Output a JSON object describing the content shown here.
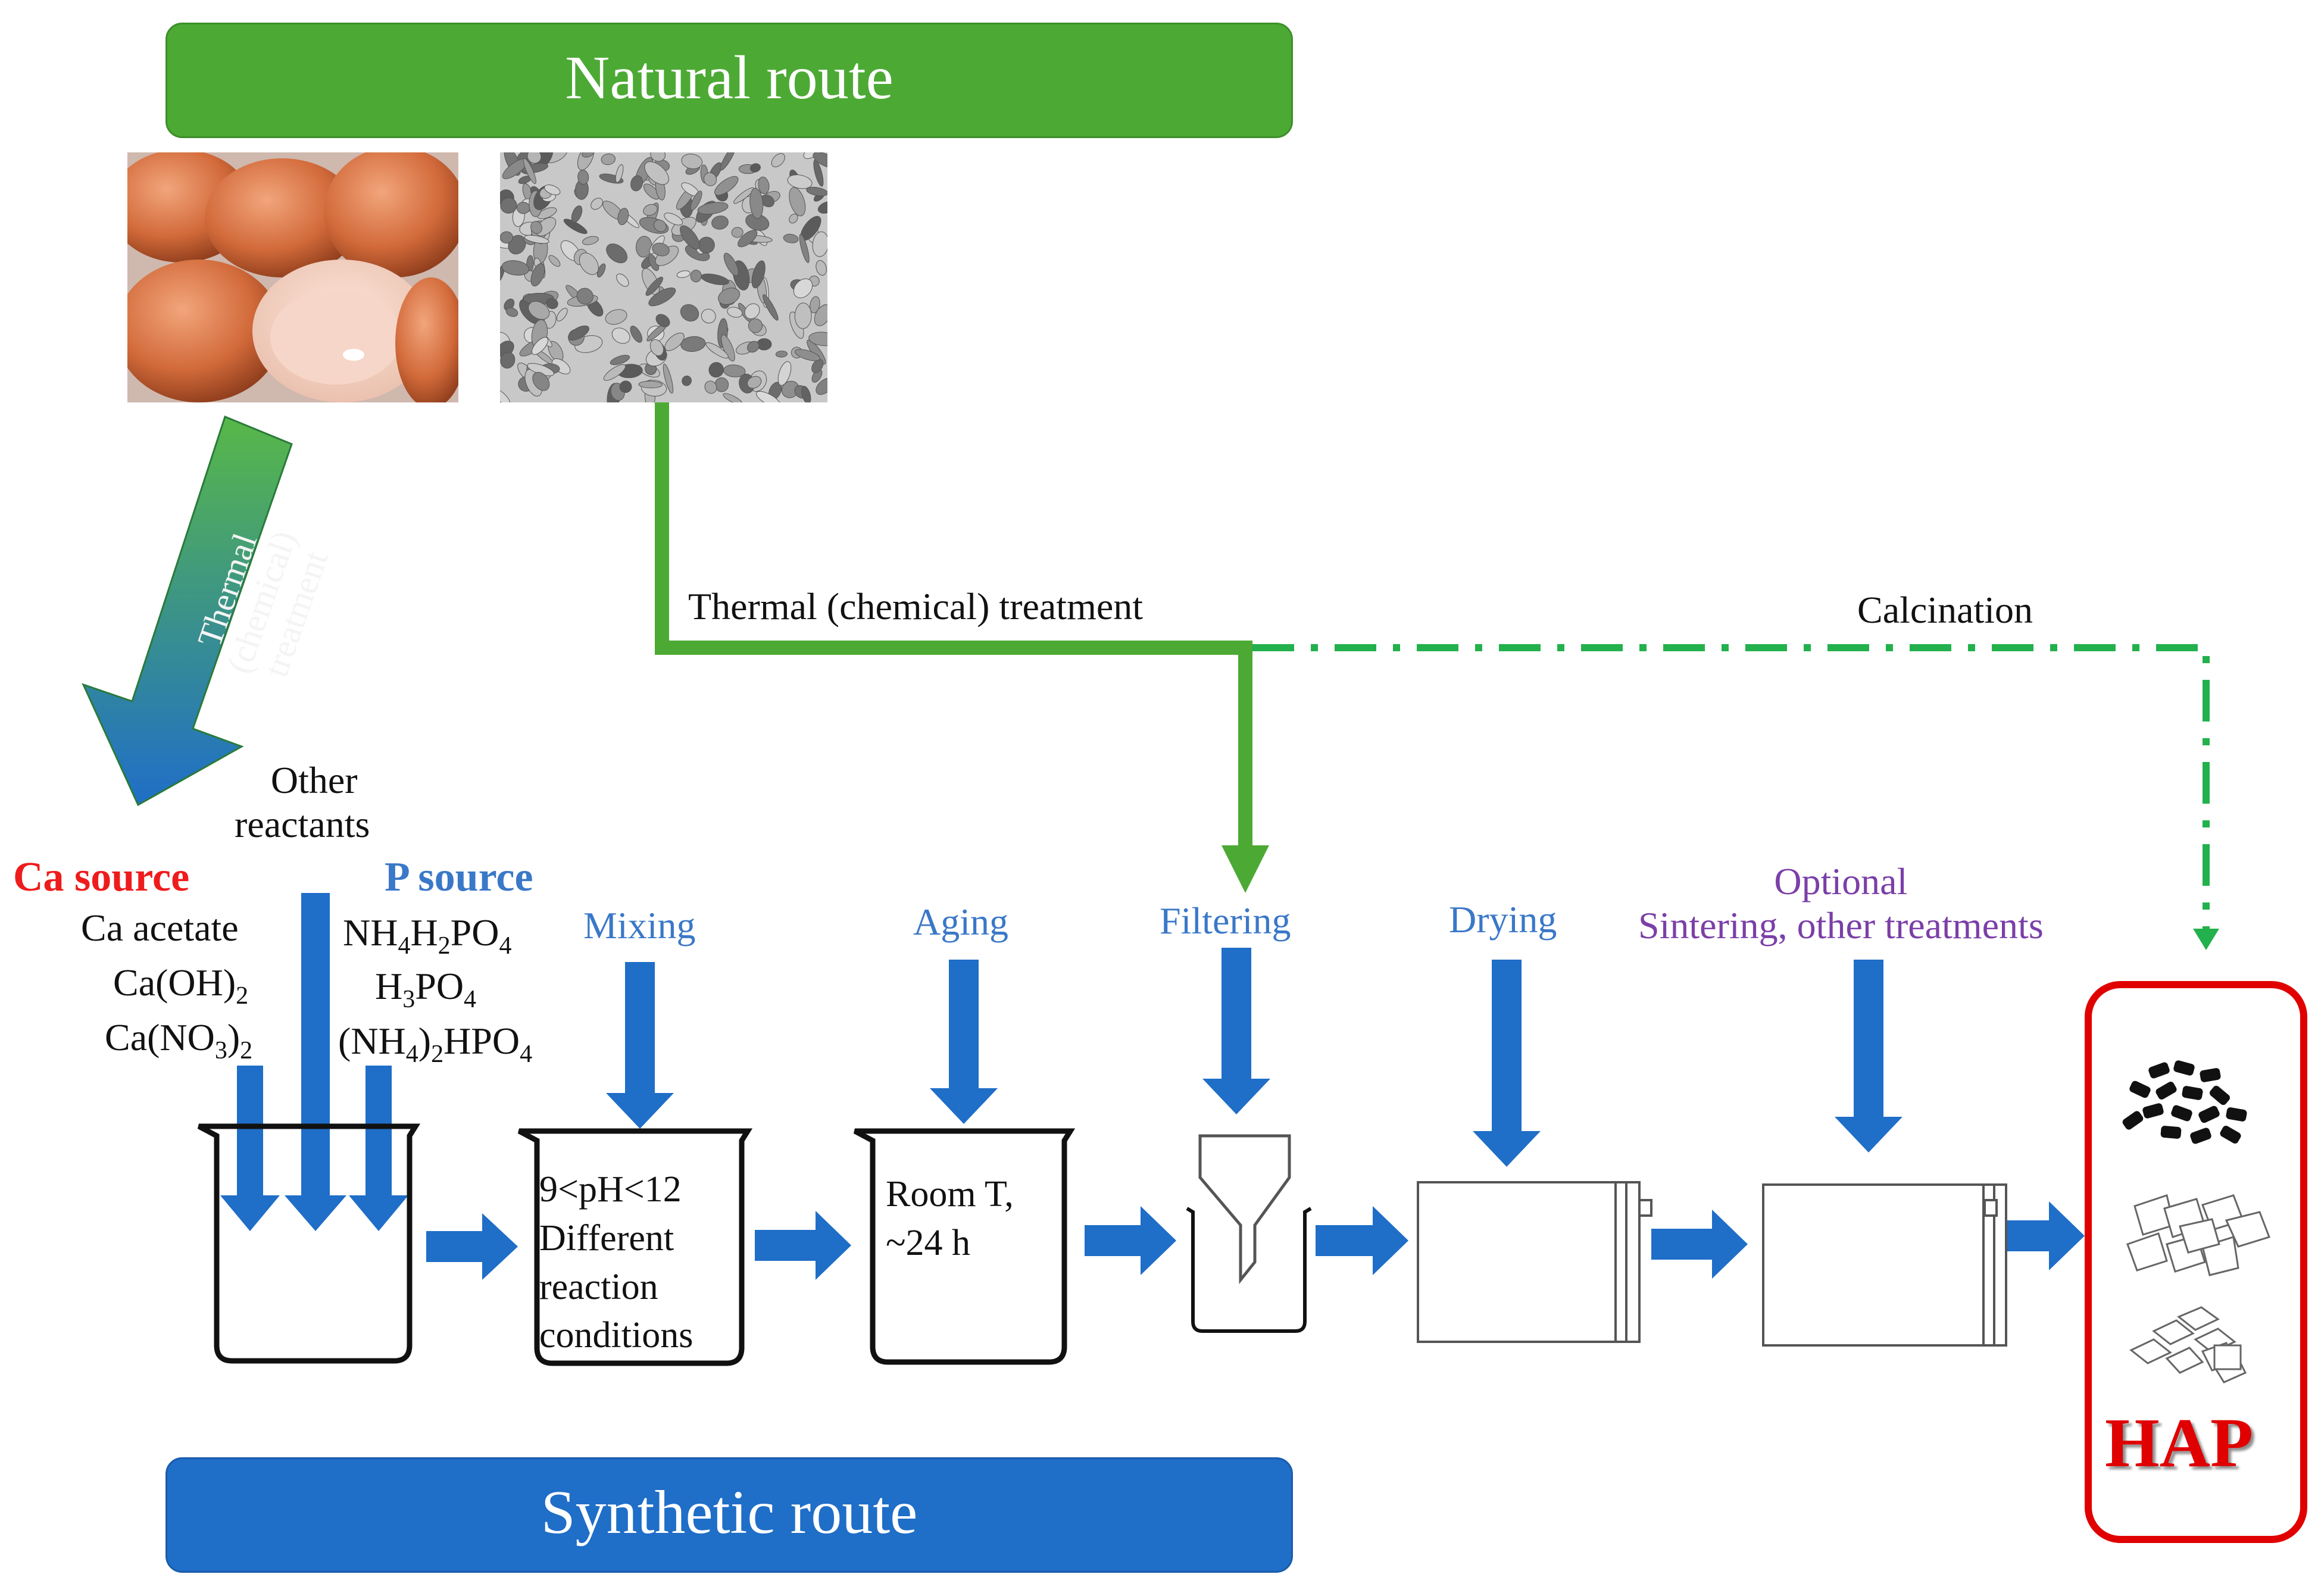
{
  "banners": {
    "natural": {
      "label": "Natural route",
      "color": "#4caa34"
    },
    "synthetic": {
      "label": "Synthetic route",
      "color": "#1f6ec8"
    }
  },
  "arrows": {
    "thermal_diagonal_label_line1": "Thermal (chemical)",
    "thermal_diagonal_label_line2": "treatment",
    "thermal_horizontal_label": "Thermal  (chemical)  treatment",
    "calcination_label": "Calcination"
  },
  "reactants": {
    "other_line1": "Other",
    "other_line2": "reactants",
    "ca_source_title": "Ca source",
    "ca_items": [
      "Ca acetate",
      "Ca(OH)",
      "Ca(NO",
      ")"
    ],
    "p_source_title": "P source"
  },
  "steps": {
    "mixing": "Mixing",
    "aging": "Aging",
    "filtering": "Filtering",
    "drying": "Drying",
    "optional_line1": "Optional",
    "optional_line2": "Sintering,  other treatments"
  },
  "beakers": {
    "mixing_text": "9<pH<12\nDifferent\nreaction\nconditions",
    "aging_text": "Room T,\n~24 h"
  },
  "product": {
    "label": "HAP"
  },
  "colors": {
    "blue_arrow": "#1f6ec8",
    "green_line": "#4caa34",
    "red_box": "#e00000",
    "ca_title": "#ee1c1c",
    "step_blue": "#3a78c8",
    "optional_purple": "#7b3fa8"
  },
  "icons": [
    "eggshell-photo",
    "bone-granules-photo",
    "beaker-icon",
    "funnel-icon",
    "oven-icon",
    "particle-icons"
  ]
}
